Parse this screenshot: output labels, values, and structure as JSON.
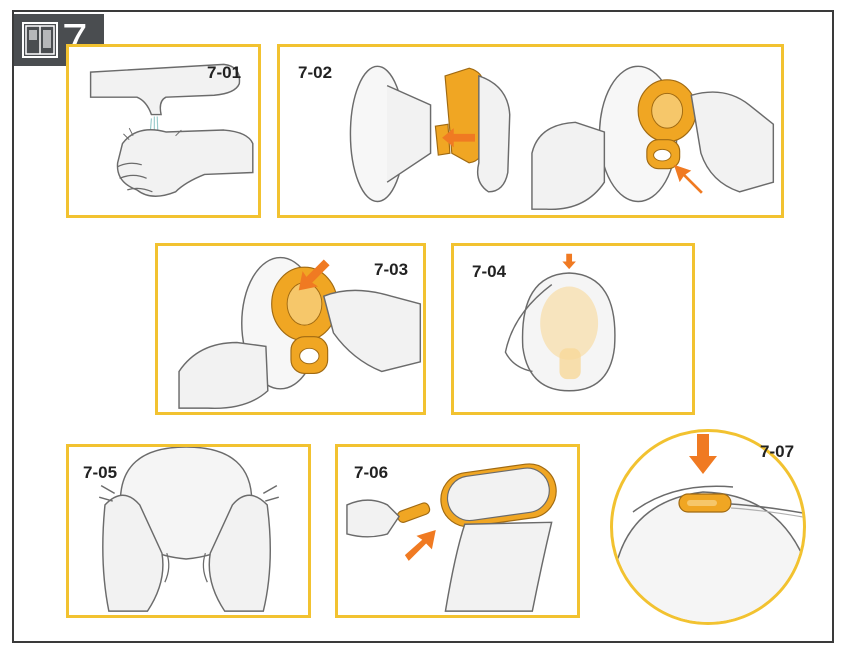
{
  "section": {
    "number": "7",
    "icon": "manual-book-icon"
  },
  "steps": {
    "s01": "7-01",
    "s02": "7-02",
    "s03": "7-03",
    "s04": "7-04",
    "s05": "7-05",
    "s06": "7-06",
    "s07": "7-07"
  },
  "colors": {
    "accent": "#f2c230",
    "part_orange": "#f0a623",
    "arrow": "#f07a22",
    "line": "#6b6b6b",
    "fill_light": "#f2f2f2",
    "badge": "#4a4d50"
  }
}
